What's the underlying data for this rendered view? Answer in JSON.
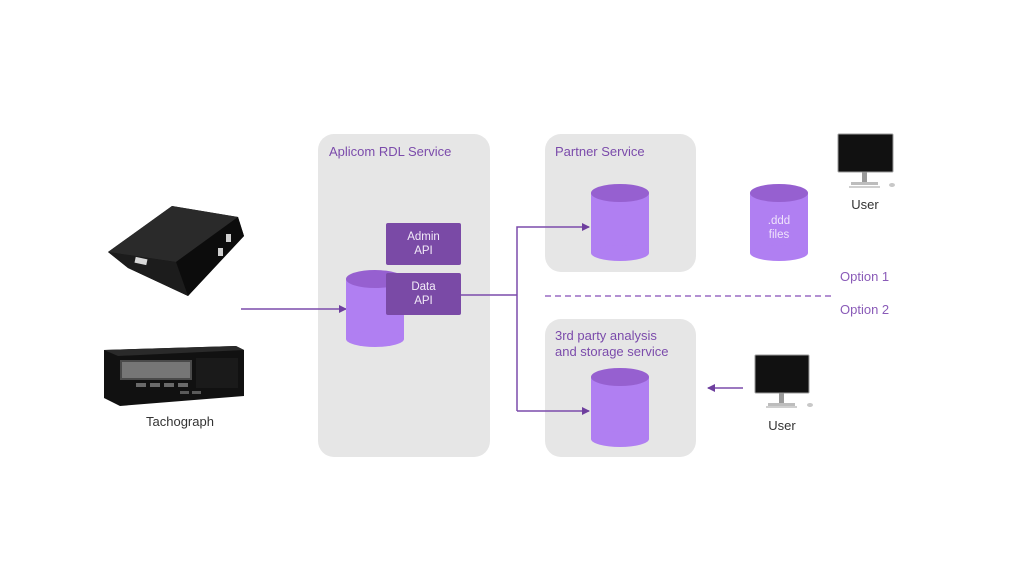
{
  "colors": {
    "accent": "#7b4bab",
    "cylinder_body": "#b07ff2",
    "cylinder_top": "#9660d0",
    "api_box": "#7a4aa6",
    "panel_bg": "#e6e6e6",
    "option_text": "#8a5bb8"
  },
  "devices": {
    "rdl_device_icon": "rdl-device-icon",
    "tachograph_icon": "tachograph-icon",
    "tachograph_label": "Tachograph"
  },
  "rdl_service": {
    "title": "Aplicom RDL Service",
    "admin_api": [
      "Admin",
      "API"
    ],
    "data_api": [
      "Data",
      "API"
    ]
  },
  "partner_service": {
    "title": "Partner Service"
  },
  "ddd_files": [
    "ddd",
    "files"
  ],
  "ddd_files_prefix": ".",
  "user_top": {
    "label": "User"
  },
  "user_bottom": {
    "label": "User"
  },
  "options": {
    "option1": "Option 1",
    "option2": "Option 2"
  },
  "third_party_service": {
    "title_line1": "3rd party analysis",
    "title_line2": "and storage service"
  }
}
